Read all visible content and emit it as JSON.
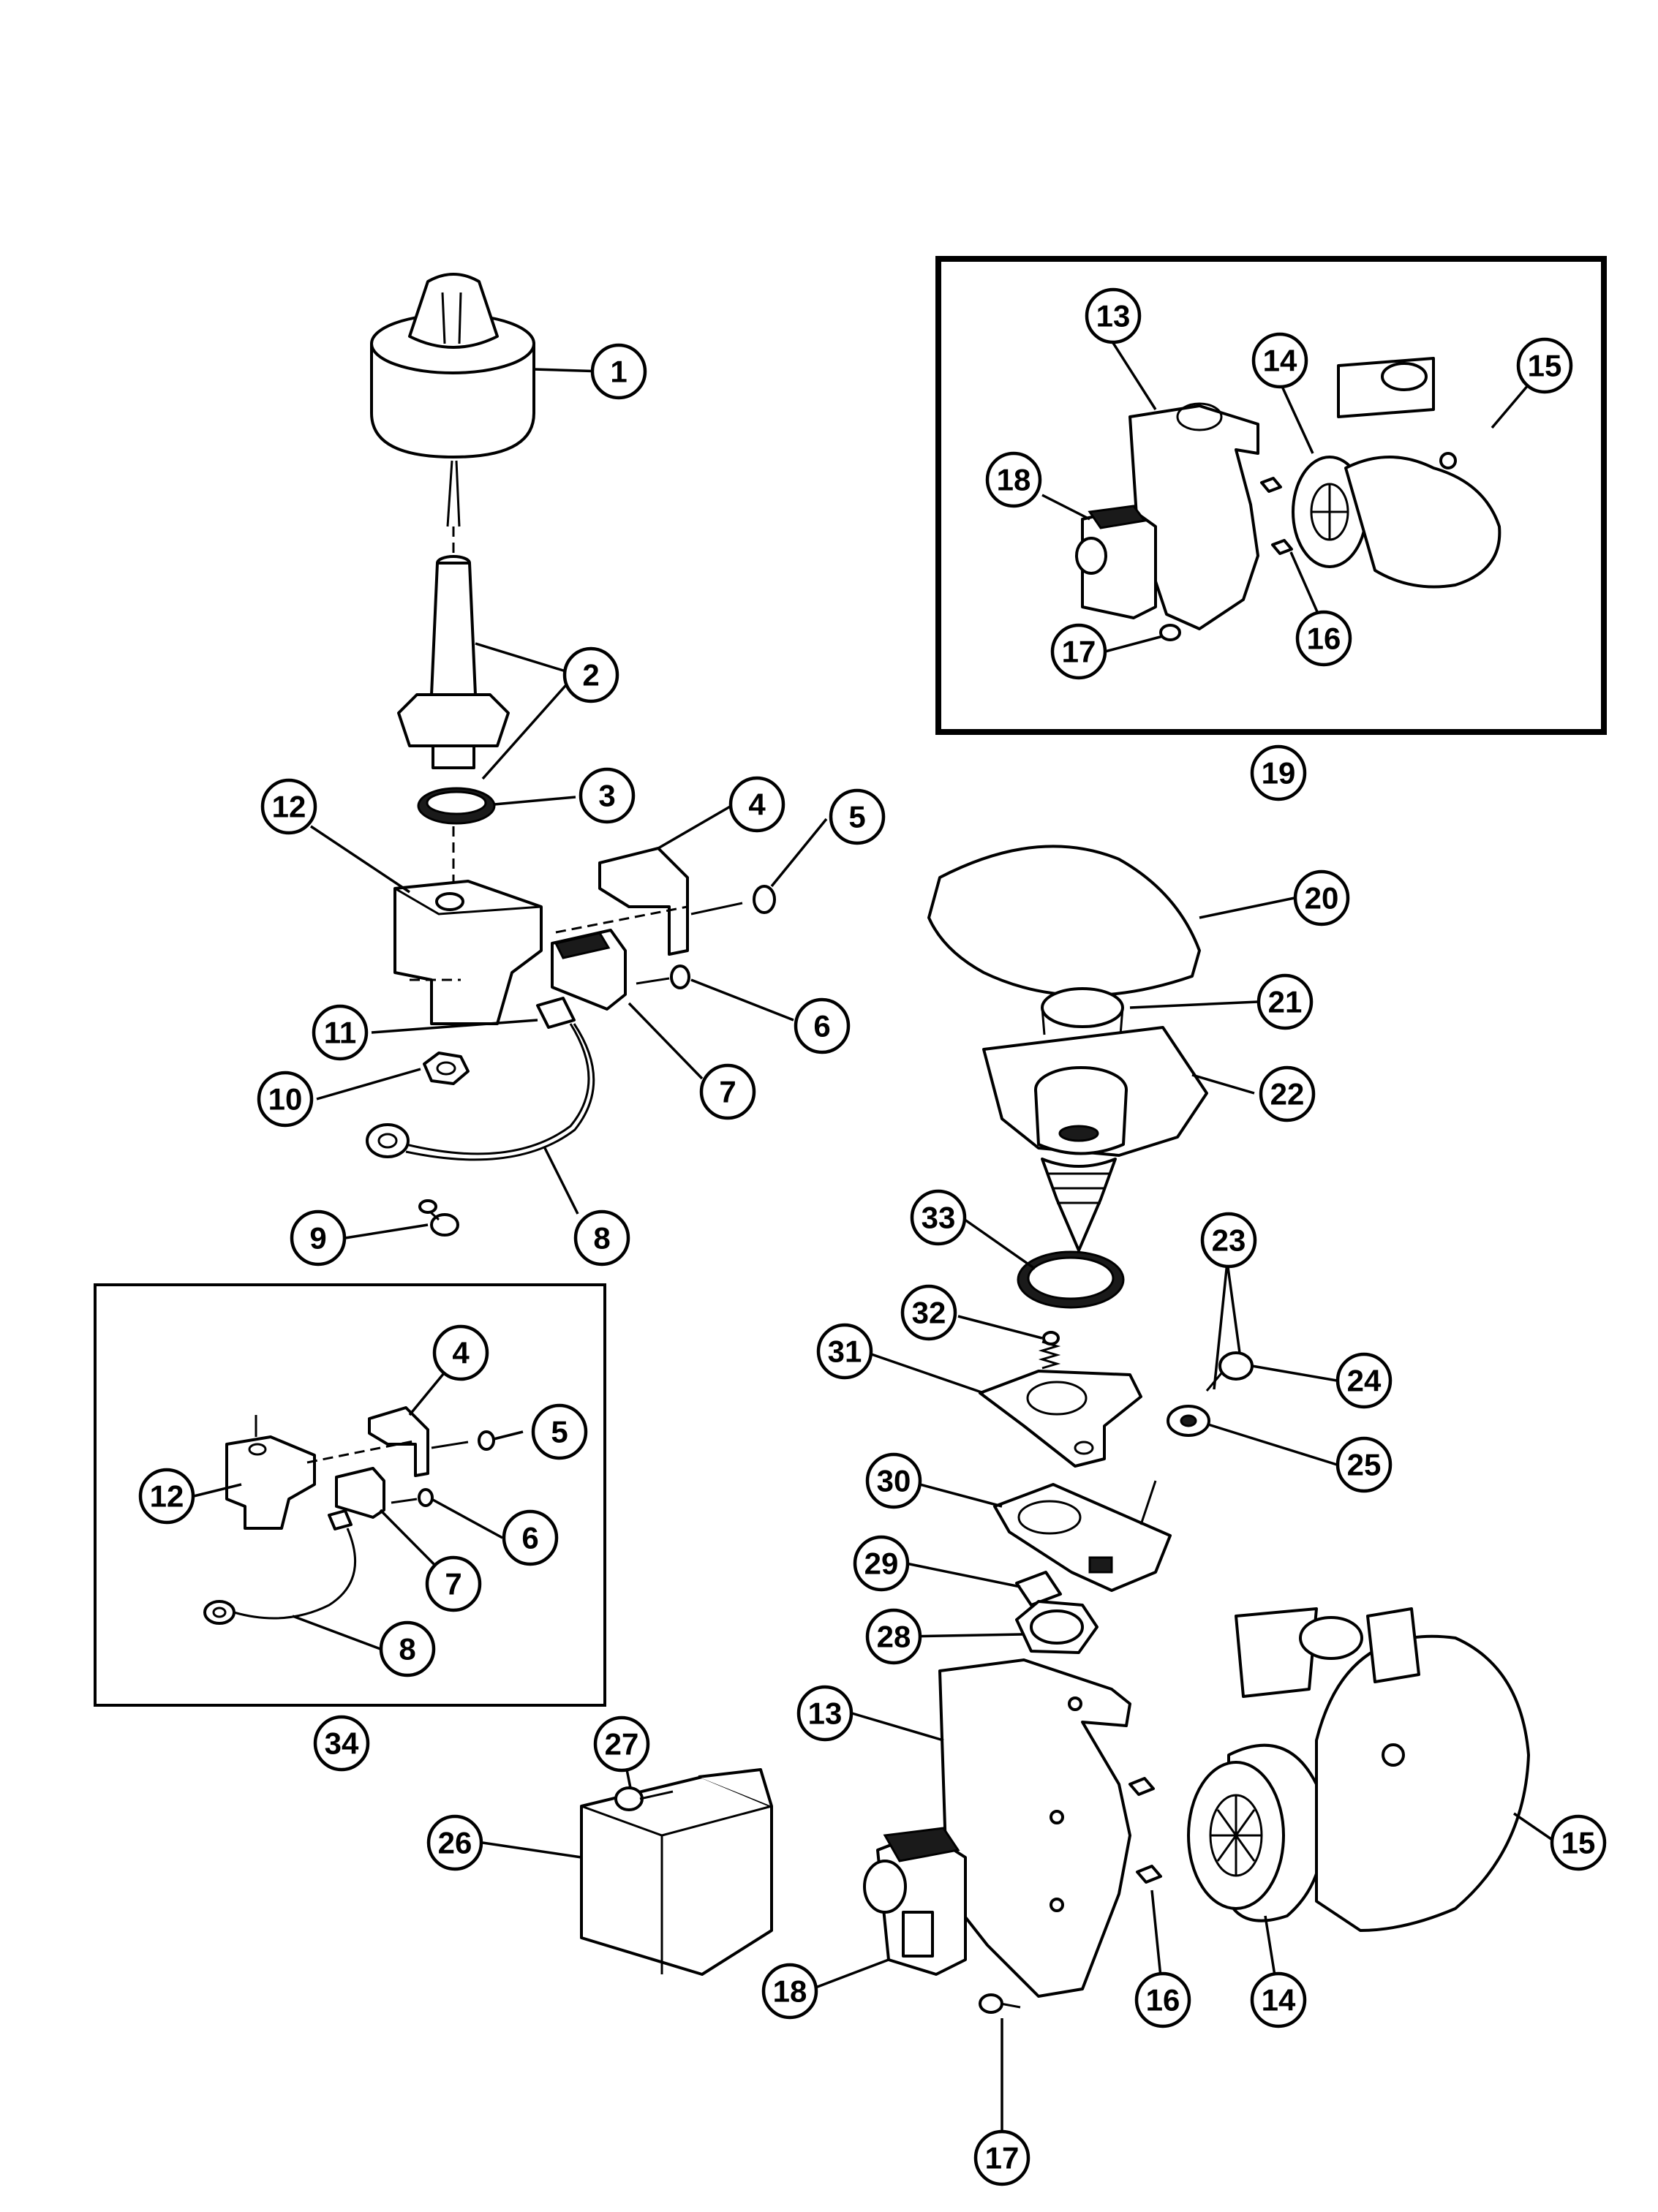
{
  "colors": {
    "ink": "#000000",
    "paper": "#ffffff"
  },
  "callouts": [
    {
      "id": "c1",
      "label": "1"
    },
    {
      "id": "c2",
      "label": "2"
    },
    {
      "id": "c3",
      "label": "3"
    },
    {
      "id": "c4",
      "label": "4"
    },
    {
      "id": "c5",
      "label": "5"
    },
    {
      "id": "c6",
      "label": "6"
    },
    {
      "id": "c7",
      "label": "7"
    },
    {
      "id": "c8",
      "label": "8"
    },
    {
      "id": "c9",
      "label": "9"
    },
    {
      "id": "c10",
      "label": "10"
    },
    {
      "id": "c11",
      "label": "11"
    },
    {
      "id": "c12",
      "label": "12"
    },
    {
      "id": "c20",
      "label": "20"
    },
    {
      "id": "c21",
      "label": "21"
    },
    {
      "id": "c22",
      "label": "22"
    },
    {
      "id": "c23",
      "label": "23"
    },
    {
      "id": "c24",
      "label": "24"
    },
    {
      "id": "c25",
      "label": "25"
    },
    {
      "id": "c26",
      "label": "26"
    },
    {
      "id": "c27",
      "label": "27"
    },
    {
      "id": "c28",
      "label": "28"
    },
    {
      "id": "c29",
      "label": "29"
    },
    {
      "id": "c30",
      "label": "30"
    },
    {
      "id": "c31",
      "label": "31"
    },
    {
      "id": "c32",
      "label": "32"
    },
    {
      "id": "c33",
      "label": "33"
    },
    {
      "id": "c13b",
      "label": "13"
    },
    {
      "id": "c14b",
      "label": "14"
    },
    {
      "id": "c15b",
      "label": "15"
    },
    {
      "id": "c16b",
      "label": "16"
    },
    {
      "id": "c17b",
      "label": "17"
    },
    {
      "id": "c18b",
      "label": "18"
    },
    {
      "id": "i19_13",
      "label": "13"
    },
    {
      "id": "i19_14",
      "label": "14"
    },
    {
      "id": "i19_15",
      "label": "15"
    },
    {
      "id": "i19_16",
      "label": "16"
    },
    {
      "id": "i19_17",
      "label": "17"
    },
    {
      "id": "i19_18",
      "label": "18"
    },
    {
      "id": "c19",
      "label": "19"
    },
    {
      "id": "i34_4",
      "label": "4"
    },
    {
      "id": "i34_5",
      "label": "5"
    },
    {
      "id": "i34_6",
      "label": "6"
    },
    {
      "id": "i34_7",
      "label": "7"
    },
    {
      "id": "i34_8",
      "label": "8"
    },
    {
      "id": "i34_12",
      "label": "12"
    },
    {
      "id": "c34",
      "label": "34"
    }
  ]
}
